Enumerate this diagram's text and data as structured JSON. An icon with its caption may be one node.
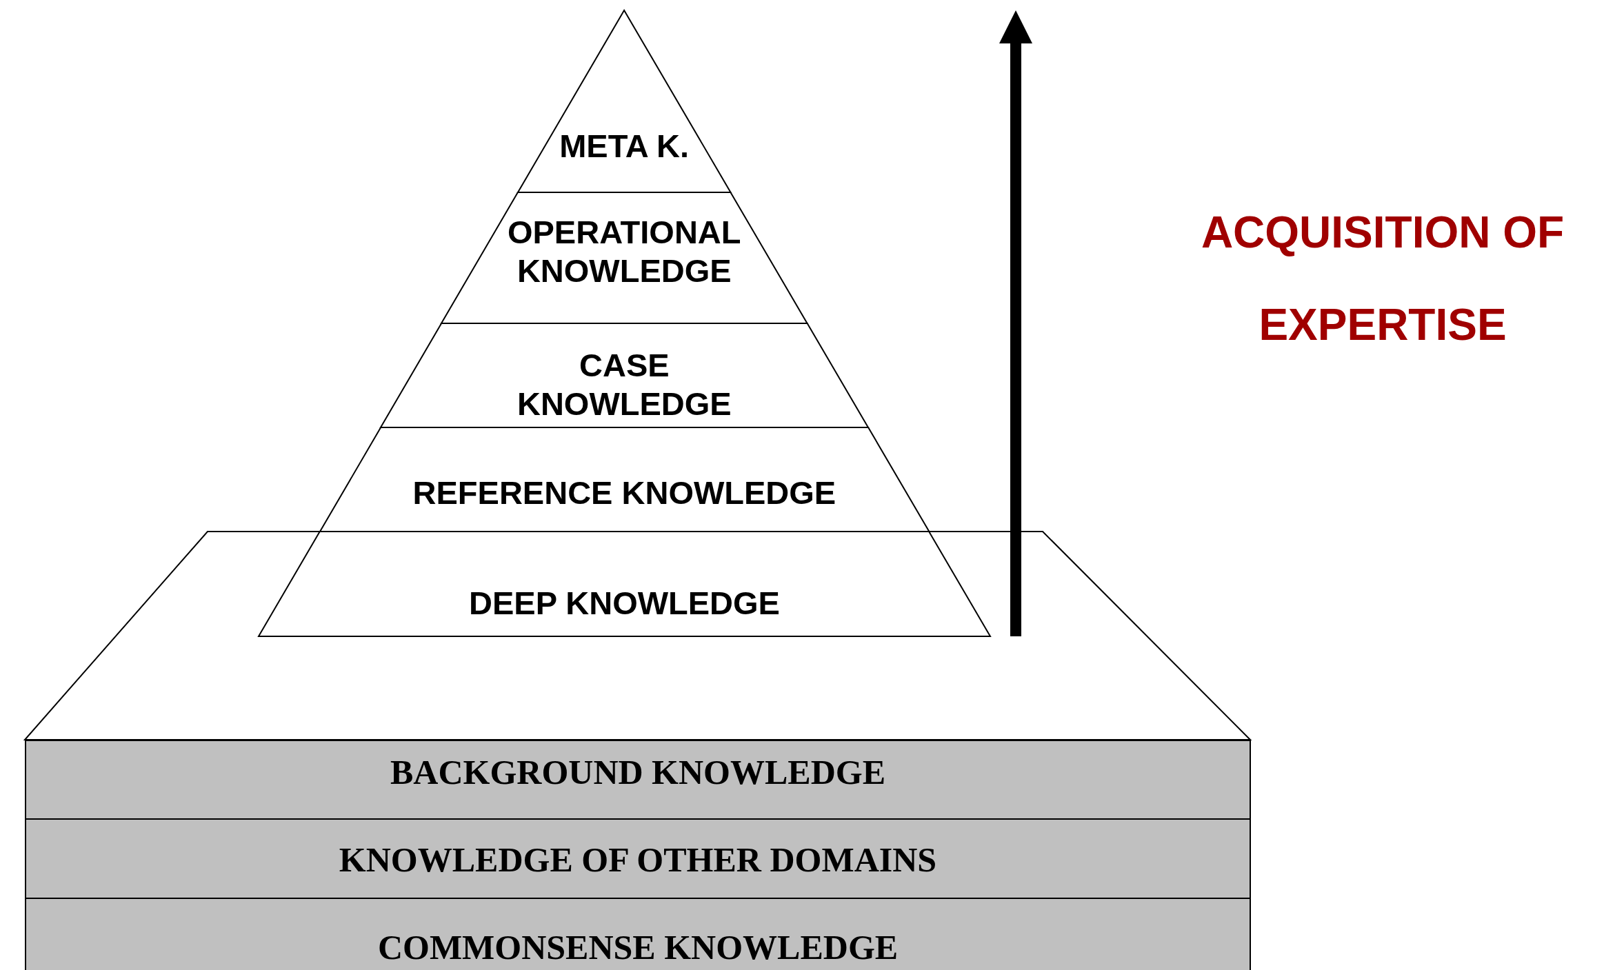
{
  "diagram": {
    "nodes": [
      {
        "text": [
          "META K."
        ]
      },
      {
        "text": [
          "OPERATIONAL KNOWLEDGE"
        ]
      },
      {
        "text": [
          "CASE KNOWLEDGE"
        ]
      },
      {
        "text": [
          "REFERENCE KNOWLEDGE"
        ]
      },
      {
        "text": [
          "DEEP KNOWLEDGE"
        ]
      },
      {
        "text": [
          "BACKGROUND KNOWLEDGE"
        ]
      },
      {
        "text": [
          "KNOWLEDGE OF OTHER DOMAINS"
        ]
      },
      {
        "text": [
          "COMMONSENSE KNOWLEDGE"
        ]
      }
    ],
    "labels": [
      "ACQUISITION OF EXPERTISE"
    ]
  }
}
